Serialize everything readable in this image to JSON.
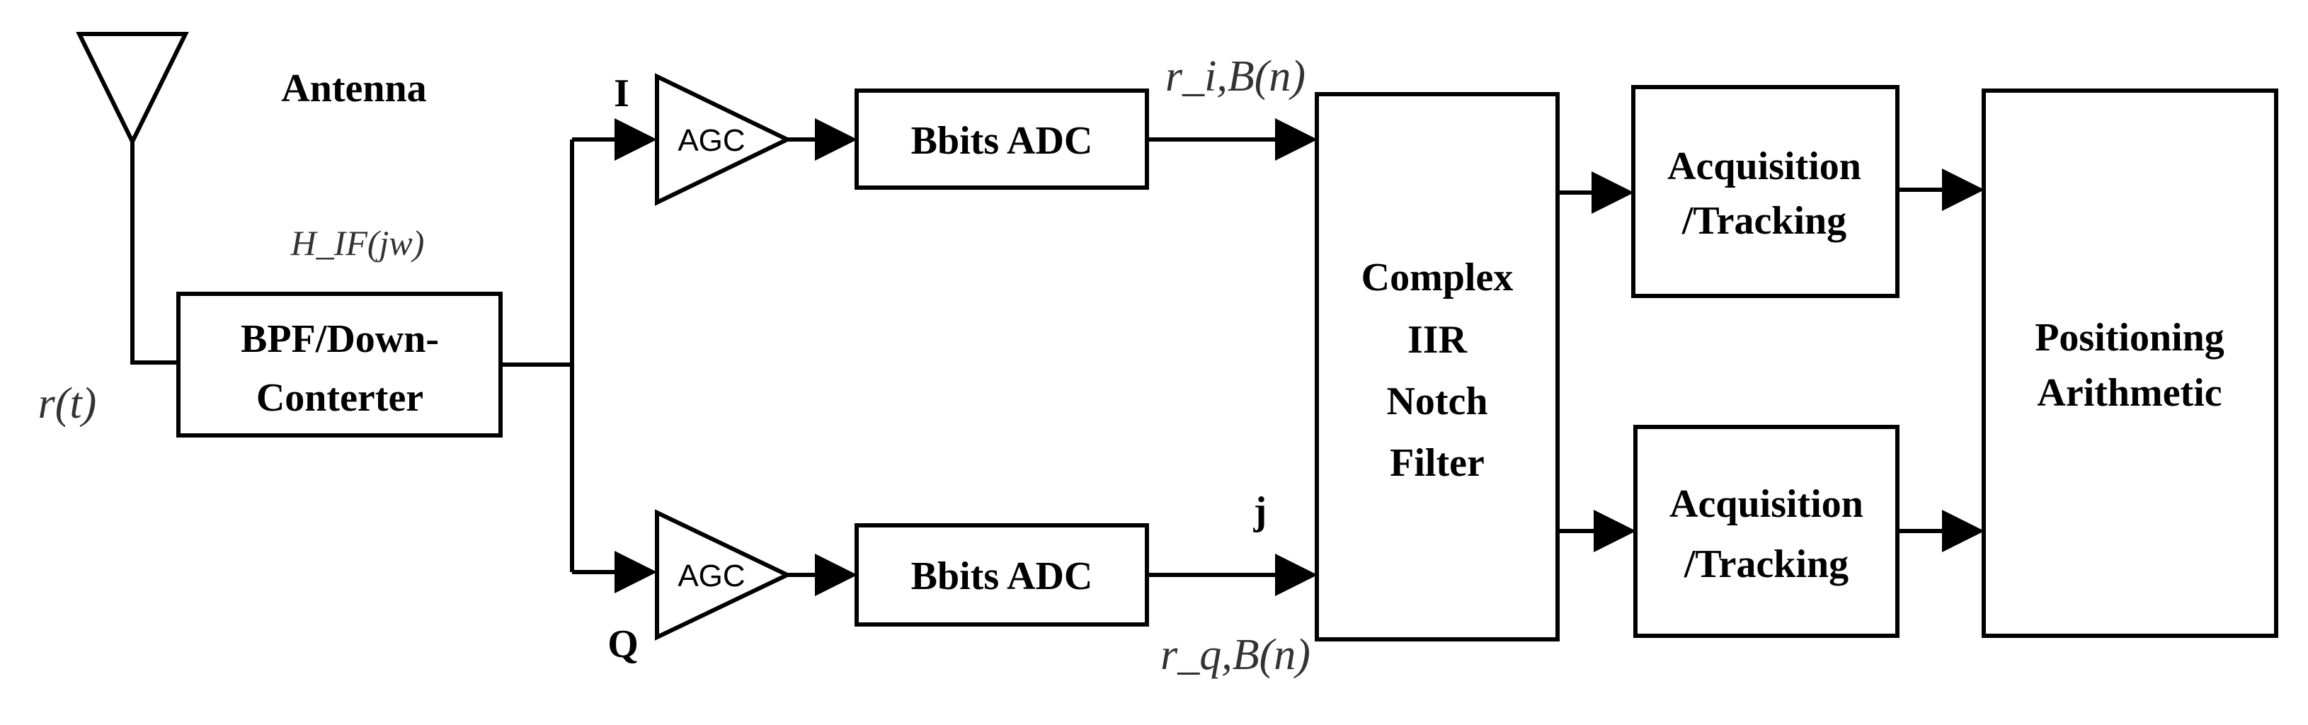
{
  "diagram": {
    "antenna_label": "Antenna",
    "input_signal": "r(t)",
    "transfer_function": "H_IF(jw)",
    "bpf_line1": "BPF/Down-",
    "bpf_line2": "Conterter",
    "branch_i": "I",
    "branch_q": "Q",
    "agc_top": "AGC",
    "agc_bottom": "AGC",
    "adc_top": "Bbits ADC",
    "adc_bottom": "Bbits ADC",
    "signal_i": "r_i,B(n)",
    "signal_q": "r_q,B(n)",
    "j_label": "j",
    "notch_line1": "Complex",
    "notch_line2": "IIR",
    "notch_line3": "Notch",
    "notch_line4": "Filter",
    "acq_top_line1": "Acquisition",
    "acq_top_line2": "/Tracking",
    "acq_bottom_line1": "Acquisition",
    "acq_bottom_line2": "/Tracking",
    "pos_line1": "Positioning",
    "pos_line2": "Arithmetic"
  }
}
